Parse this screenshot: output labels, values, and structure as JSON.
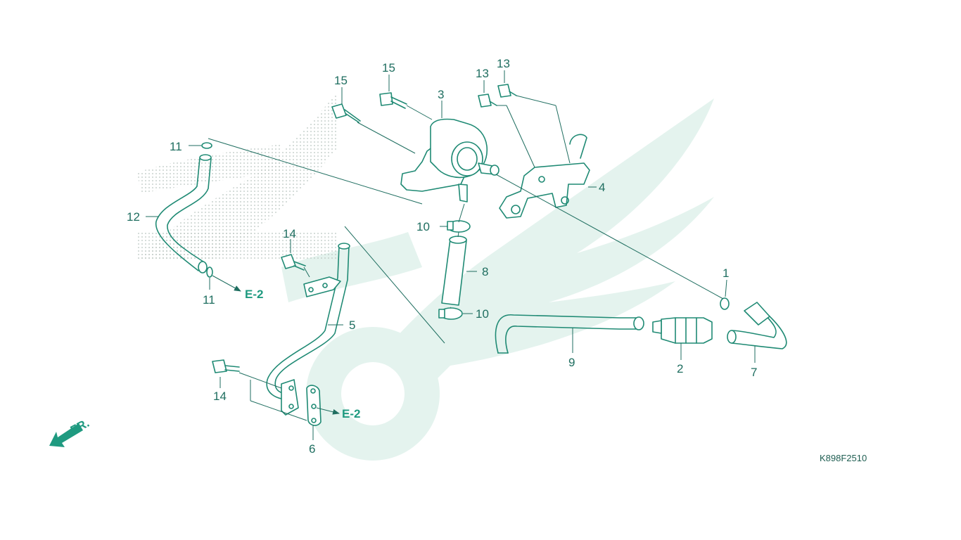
{
  "diagram": {
    "code": "K898F2510",
    "front_arrow": "FR.",
    "ref_label": "E-2",
    "callouts": {
      "p1": "1",
      "p2": "2",
      "p3": "3",
      "p4": "4",
      "p5": "5",
      "p6": "6",
      "p7": "7",
      "p8": "8",
      "p9": "9",
      "p10a": "10",
      "p10b": "10",
      "p11a": "11",
      "p11b": "11",
      "p12": "12",
      "p13a": "13",
      "p13b": "13",
      "p14a": "14",
      "p14b": "14",
      "p15a": "15",
      "p15b": "15"
    }
  },
  "colors": {
    "line": "#1f8a74",
    "accent": "#1f9a80",
    "watermark": "#e4f3ee"
  }
}
